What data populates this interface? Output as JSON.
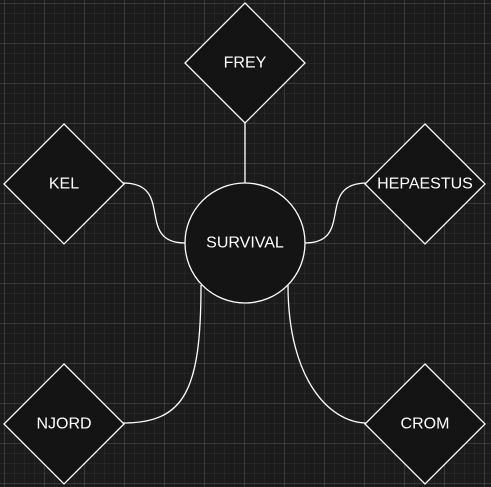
{
  "diagram": {
    "center": {
      "label": "SURVIVAL"
    },
    "nodes": [
      {
        "id": "frey",
        "label": "FREY"
      },
      {
        "id": "kel",
        "label": "KEL"
      },
      {
        "id": "hepaestus",
        "label": "HEPAESTUS"
      },
      {
        "id": "njord",
        "label": "NJORD"
      },
      {
        "id": "crom",
        "label": "CROM"
      }
    ]
  },
  "colors": {
    "background": "#1b1b1b",
    "shape_fill": "#141414",
    "stroke": "#ffffff",
    "text": "#ffffff"
  }
}
